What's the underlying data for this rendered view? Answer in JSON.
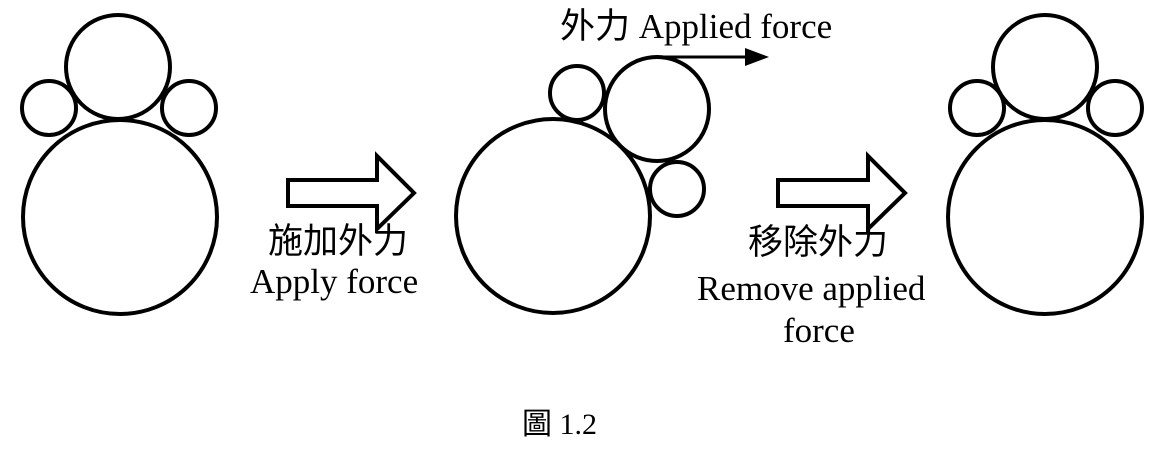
{
  "figure": {
    "applied_force_label": "外力 Applied force",
    "step_apply_zh": "施加外力",
    "step_apply_en": "Apply force",
    "step_remove_zh": "移除外力",
    "step_remove_en_line1": "Remove applied",
    "step_remove_en_line2": "force",
    "caption": "圖 1.2"
  },
  "colors": {
    "stroke": "#000000",
    "fill": "#ffffff",
    "text": "#000000"
  }
}
